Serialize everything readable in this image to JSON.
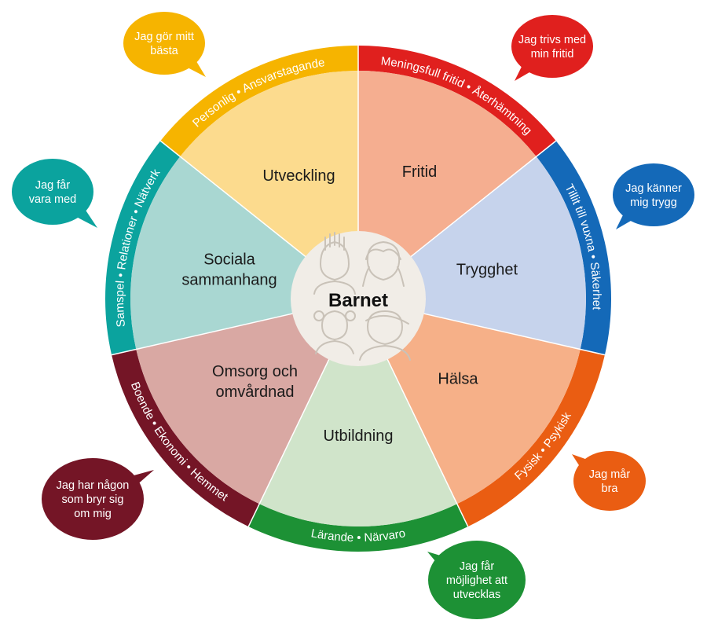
{
  "center": {
    "label": "Barnet"
  },
  "segments": [
    {
      "key": "fritid",
      "label": "Fritid",
      "ring": "Meningsfull fritid • Återhämtning",
      "bubble": [
        "Jag trivs med",
        "min fritid"
      ],
      "ring_color": "#e0201e",
      "fill_color": "#f5ae90"
    },
    {
      "key": "trygghet",
      "label": "Trygghet",
      "ring": "Tillit till vuxna • Säkerhet",
      "bubble": [
        "Jag känner",
        "mig trygg"
      ],
      "ring_color": "#1469b8",
      "fill_color": "#c6d3ec"
    },
    {
      "key": "halsa",
      "label": "Hälsa",
      "ring": "Fysisk • Psykisk",
      "bubble": [
        "Jag mår",
        "bra"
      ],
      "ring_color": "#ea5d12",
      "fill_color": "#f6b088"
    },
    {
      "key": "utbildning",
      "label": "Utbildning",
      "ring": "Lärande • Närvaro",
      "bubble": [
        "Jag får",
        "möjlighet att",
        "utvecklas"
      ],
      "ring_color": "#1d9135",
      "fill_color": "#d0e4ca"
    },
    {
      "key": "omsorg",
      "label": "Omsorg och\nomvårdnad",
      "ring": "Boende • Ekonomi • Hemmet",
      "bubble": [
        "Jag har någon",
        "som bryr sig",
        "om mig"
      ],
      "ring_color": "#741526",
      "fill_color": "#d9a8a3"
    },
    {
      "key": "sociala",
      "label": "Sociala\nsammanhang",
      "ring": "Samspel • Relationer • Nätverk",
      "bubble": [
        "Jag får",
        "vara med"
      ],
      "ring_color": "#0ba39e",
      "fill_color": "#a9d7d2"
    },
    {
      "key": "utveckling",
      "label": "Utveckling",
      "ring": "Personlig • Ansvarstagande",
      "bubble": [
        "Jag gör mitt",
        "bästa"
      ],
      "ring_color": "#f6b400",
      "fill_color": "#fcdb8e"
    }
  ],
  "colors": {
    "center_fill": "#f1ede7",
    "center_icons": "#c9c2b8"
  }
}
